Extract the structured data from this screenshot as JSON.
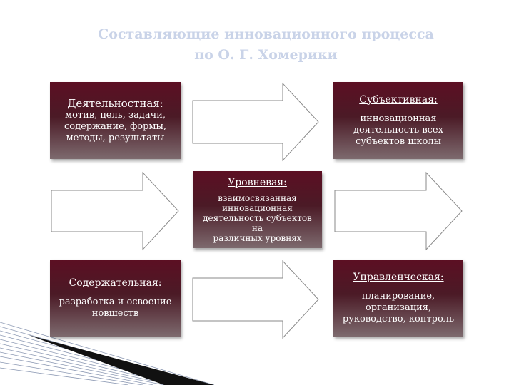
{
  "title": {
    "line1": "Составляющие инновационного процесса",
    "line2": "по О. Г. Хомерики"
  },
  "boxes": {
    "activity": {
      "heading": "Деятельностная:",
      "body": [
        "мотив, цель, задачи,",
        "содержание, формы,",
        "методы, результаты"
      ]
    },
    "subjective": {
      "heading": "Субъективная:",
      "body": [
        "инновационная",
        "деятельность всех",
        "субъектов школы"
      ]
    },
    "level": {
      "heading": "Уровневая:",
      "body": [
        "взаимосвязанная",
        "инновационная",
        "деятельность субъектов на",
        "различных уровнях"
      ]
    },
    "content": {
      "heading": "Содержательная:",
      "body": [
        "разработка и освоение",
        "новшеств"
      ]
    },
    "managerial": {
      "heading": "Управленческая:",
      "body": [
        "планирование,",
        "организация,",
        "руководство, контроль"
      ]
    }
  },
  "colors": {
    "title": "#c9d3e8",
    "box_top": "#5c0f23",
    "box_bottom": "#7d6a6e",
    "arrow_stroke": "#8a8a8a"
  }
}
